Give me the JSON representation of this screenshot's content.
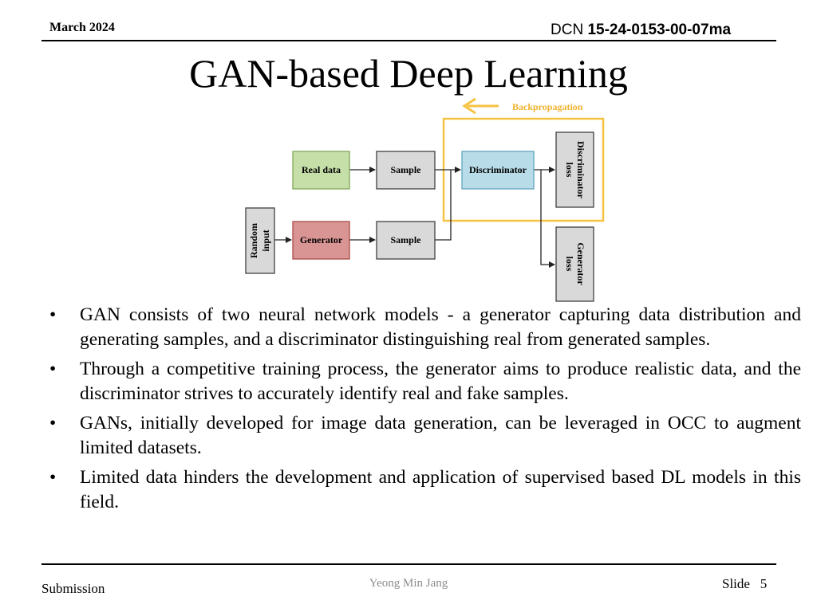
{
  "header": {
    "date": "March 2024",
    "dcn_prefix": "DCN",
    "dcn_number": "15-24-0153-00-07ma"
  },
  "title": "GAN-based Deep Learning",
  "diagram": {
    "backprop_label": "Backpropagation",
    "boxes": {
      "real_data": "Real data",
      "sample_top": "Sample",
      "discriminator": "Discriminator",
      "discriminator_loss_1": "Discriminator",
      "discriminator_loss_2": "loss",
      "random_input_1": "Random",
      "random_input_2": "input",
      "generator": "Generator",
      "sample_bottom": "Sample",
      "generator_loss_1": "Generator",
      "generator_loss_2": "loss"
    },
    "colors": {
      "real_data_fill": "#c6dfa8",
      "real_data_stroke": "#7fa656",
      "generator_fill": "#d99593",
      "generator_stroke": "#a84b48",
      "discriminator_fill": "#b8dde9",
      "discriminator_stroke": "#5fa3bd",
      "gray_fill": "#d9d9d9",
      "gray_stroke": "#404040",
      "highlight": "#f6c242"
    }
  },
  "bullets": [
    "GAN consists of two neural network models - a generator capturing data distribution and generating samples, and a discriminator distinguishing real from generated samples.",
    "Through a competitive training process, the generator aims to produce realistic data, and the discriminator strives to accurately identify real and fake samples.",
    "GANs, initially developed for image data generation, can be leveraged in OCC to augment limited datasets.",
    "Limited data hinders the development and application of supervised based DL models in this field."
  ],
  "bullet_symbol": "•",
  "footer": {
    "left": "Submission",
    "center": "Yeong Min Jang",
    "slide_label": "Slide",
    "slide_number": "5"
  }
}
